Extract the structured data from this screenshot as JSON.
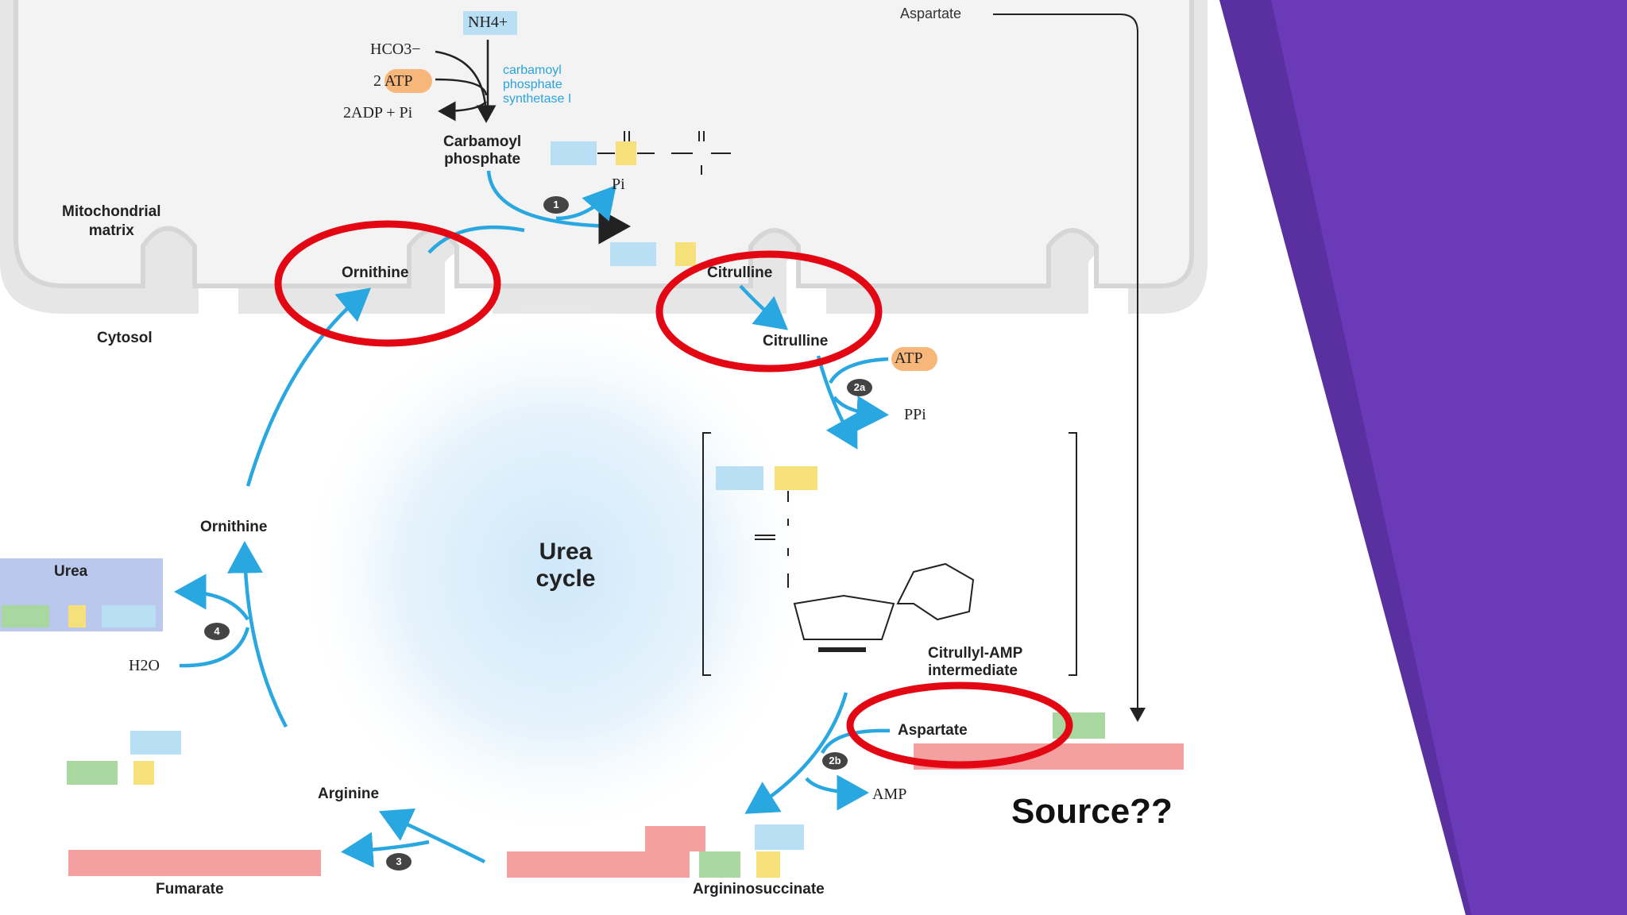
{
  "diagram": {
    "compartments": {
      "mito": "Mitochondrial\nmatrix",
      "cytosol": "Cytosol"
    },
    "center": "Urea\ncycle",
    "enzyme": "carbamoyl\nphosphate\nsynthetase I",
    "inputs": {
      "nh4": "NH4+",
      "hco3": "HCO3−",
      "atp": "2 ATP",
      "adp": "2ADP + Pi"
    },
    "compounds": {
      "carbamoyl": "Carbamoyl\nphosphate",
      "ornithine_top": "Ornithine",
      "citrulline_top": "Citrulline",
      "citrulline_cyt": "Citrulline",
      "citrullyl_amp": "Citrullyl-AMP\nintermediate",
      "aspartate_in": "Aspartate",
      "aspartate_top": "Aspartate",
      "argininosuccinate": "Argininosuccinate",
      "fumarate": "Fumarate",
      "arginine": "Arginine",
      "ornithine_left": "Ornithine",
      "urea": "Urea"
    },
    "side": {
      "pi": "Pi",
      "atp": "ATP",
      "ppi": "PPi",
      "amp": "AMP",
      "h2o": "H2O"
    },
    "steps": [
      "1",
      "2a",
      "2b",
      "3",
      "4"
    ],
    "annotation": "Source??",
    "colors": {
      "arrow": "#29a7e0",
      "highlight": "#e30613",
      "purple": "#6a3ab8",
      "mito": "#e6e6e6",
      "blue_box": "#b9dff5",
      "yellow_box": "#f6e07a",
      "green_box": "#a8d8a0",
      "red_box": "#f5a0a0",
      "orange": "#f7b77a"
    }
  }
}
